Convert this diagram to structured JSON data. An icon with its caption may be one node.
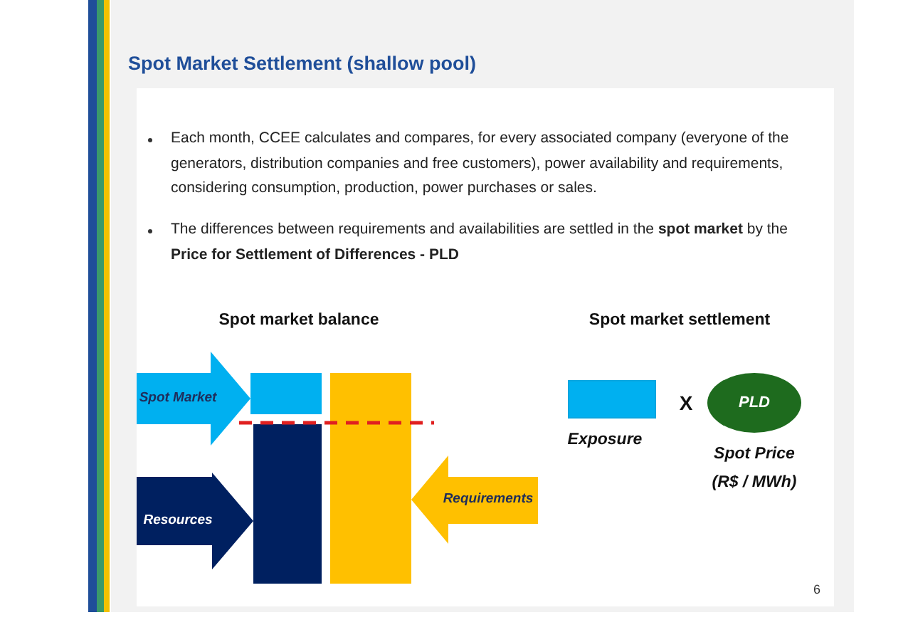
{
  "diagram": {
    "title": "Spot Market Settlement (shallow pool)",
    "nodes": [
      {
        "text": [],
        "shape": "bar"
      },
      {
        "text": [],
        "shape": "bar"
      },
      {
        "text": [],
        "shape": "bar"
      },
      {
        "text": [],
        "shape": "box",
        "beside": [
          "Exposure"
        ]
      },
      {
        "text": [
          "PLD"
        ],
        "beside": [
          "Spot Price (R$ / MWh)"
        ]
      }
    ],
    "edges": [
      {
        "from": null,
        "to": 0,
        "arrow": "to",
        "label": "Spot Market"
      },
      {
        "from": null,
        "to": 1,
        "arrow": "to",
        "label": "Resources"
      },
      {
        "from": null,
        "to": 2,
        "arrow": "to",
        "label": "Requirements"
      }
    ],
    "labels": [
      "Each month, CCEE calculates and compares, for every associated company (everyone of the generators, distribution companies and free customers), power availability and requirements, considering consumption, production, power purchases or sales.",
      "The differences between requirements and availabilities are settled in the **spot market** by the **Price for Settlement of Differences - PLD**",
      "Spot market balance",
      "Spot market settlement",
      "X",
      "6"
    ]
  }
}
